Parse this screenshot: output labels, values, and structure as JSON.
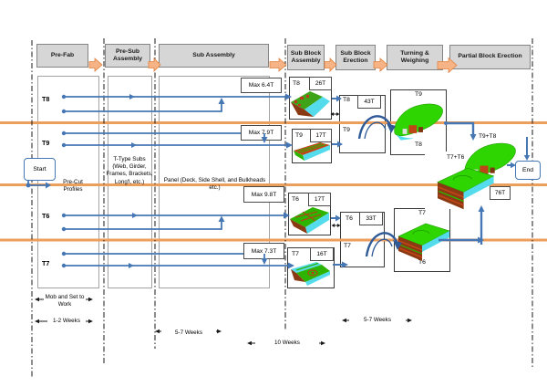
{
  "diagram": {
    "phases": [
      {
        "label": "Pre-Fab"
      },
      {
        "label": "Pre-Sub Assembly"
      },
      {
        "label": "Sub Assembly"
      },
      {
        "label": "Sub Block Assembly"
      },
      {
        "label": "Sub Block Erection"
      },
      {
        "label": "Turning & Weighing"
      },
      {
        "label": "Partial Block Erection"
      }
    ],
    "terminals": {
      "start": "Start",
      "end": "End"
    },
    "notes": {
      "prefab": "Pre-Cut Profiles",
      "presub": "T-Type Subs (Web, Girder, Frames, Brackets, Long'l, etc.)",
      "sub": "Panel (Deck, Side Shell, and Bulkheads etc.)"
    },
    "rows": [
      {
        "id": "T8",
        "max": "Max 6.4T"
      },
      {
        "id": "T9",
        "max": "Max 7.9T"
      },
      {
        "id": "T6",
        "max": "Max 9.8T"
      },
      {
        "id": "T7",
        "max": "Max 7.3T"
      }
    ],
    "sub_block_assembly": [
      {
        "id": "T8",
        "weight": "26T"
      },
      {
        "id": "T9",
        "weight": "17T"
      },
      {
        "id": "T6",
        "weight": "17T"
      },
      {
        "id": "T7",
        "weight": "16T"
      }
    ],
    "sub_block_erection": [
      {
        "top_id": "T8",
        "top_weight": "43T",
        "bottom_id": "T9"
      },
      {
        "top_id": "T6",
        "top_weight": "33T",
        "bottom_id": "T7"
      }
    ],
    "turning_weighing": [
      {
        "top_id": "T9",
        "bottom_id": "T8"
      },
      {
        "top_id": "T7",
        "bottom_id": "T6"
      }
    ],
    "partial_block_erection": {
      "combo_upper": "T9+T8",
      "combo_lower": "T7+T6",
      "weight": "76T"
    },
    "durations": {
      "mobilization": "Mob and Set to Work",
      "prefab": "1-2 Weeks",
      "sub_assembly": "5-7 Weeks",
      "overall": "10 Weeks",
      "erection": "5-7 Weeks"
    },
    "colors": {
      "flow_blue": "#4577b5",
      "lane_orange": "#ec9e5c",
      "header_gray": "#d6d6d6",
      "arrow_orange": "#f6b486",
      "render_green": "#2fd500",
      "render_cyan": "#55dcec",
      "render_red": "#bf4418"
    }
  }
}
